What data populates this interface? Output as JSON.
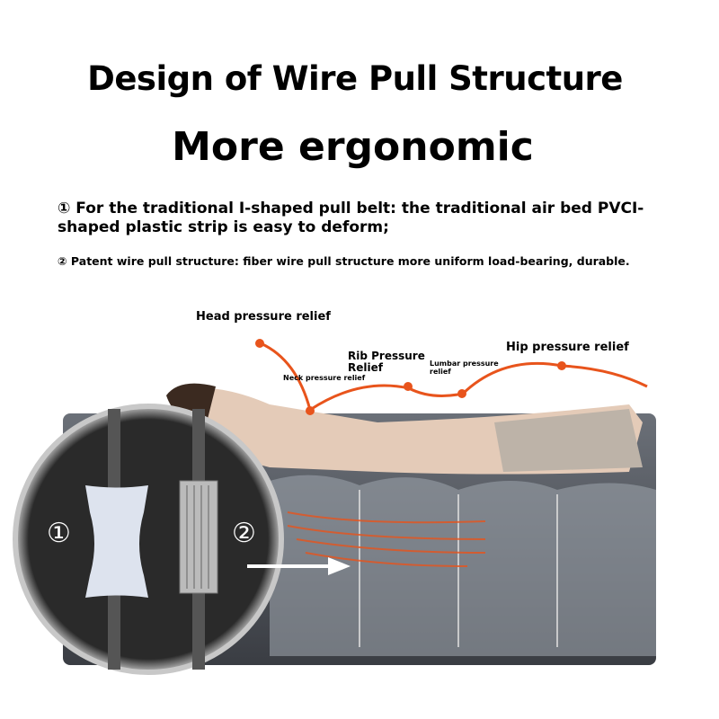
{
  "heading": "Design of Wire Pull Structure",
  "subheading": "More ergonomic",
  "points": [
    "① For the traditional I-shaped pull belt: the traditional air bed PVCI-shaped plastic strip is easy to deform;",
    "② Patent wire pull structure: fiber wire pull structure more uniform load-bearing, durable."
  ],
  "labels": {
    "head": "Head pressure relief",
    "neck": "Neck pressure relief",
    "rib": "Rib Pressure Relief",
    "lumbar": "Lumbar pressure relief",
    "hip": "Hip pressure relief"
  },
  "inset": {
    "left": "①",
    "right": "②"
  },
  "colors": {
    "accent": "#e8541c",
    "mattress": "#4a4e55"
  }
}
